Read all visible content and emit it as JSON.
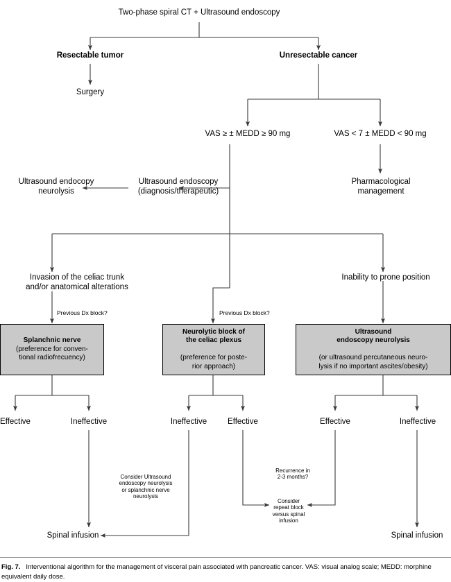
{
  "figure": {
    "label": "Fig. 7.",
    "caption": "Interventional algorithm for the management of visceral pain associated with pancreatic cancer. VAS: visual analog scale; MEDD: morphine equivalent daily dose."
  },
  "colors": {
    "box_fill": "#c9c9c9",
    "box_border": "#000000",
    "line": "#3a3a3a",
    "text": "#000000",
    "background": "#ffffff"
  },
  "nodes": {
    "root": "Two-phase spiral CT + Ultrasound endoscopy",
    "resectable": "Resectable tumor",
    "unresectable": "Unresectable cancer",
    "surgery": "Surgery",
    "vas_high": "VAS ≥ ± MEDD ≥ 90 mg",
    "vas_low": "VAS < 7 ± MEDD < 90 mg",
    "us_endoscopy": "Ultrasound endoscopy\n(diagnosis/therapeutic)",
    "us_neurolysis": "Ultrasound endocopy\nneurolysis",
    "pharmacological": "Pharmacological\nmanagement",
    "invasion": "Invasion of the celiac trunk\nand/or anatomical alterations",
    "inability": "Inability to prone position",
    "prev_dx_left": "Previous Dx block?",
    "prev_dx_mid": "Previous Dx block?",
    "splanchnic_bold": "Splanchnic nerve",
    "splanchnic_rest": "(preference for conven-\ntional radiofrecuency)",
    "neurolytic_bold": "Neurolytic block of\nthe celiac plexus",
    "neurolytic_rest": "(preference for poste-\nrior approach)",
    "usneuro_bold": "Ultrasound\nendoscopy neurolysis",
    "usneuro_rest": "(or ultrasound percutaneous neuro-\nlysis if no important ascites/obesity)",
    "eff_l1": "Effective",
    "ineff_l1": "Ineffective",
    "ineff_m1": "Ineffective",
    "eff_m1": "Effective",
    "eff_r1": "Effective",
    "ineff_r1": "Ineffective",
    "consider_us": "Consider Ultrasound\nendoscopy neurolysis\nor splanchnic nerve\nneurolysis",
    "recurrence": "Recurrence in\n2-3 months?",
    "consider_repeat": "Consider\nrepeat block\nversus spinal\ninfusion",
    "spinal_left": "Spinal infusion",
    "spinal_right": "Spinal infusion"
  }
}
